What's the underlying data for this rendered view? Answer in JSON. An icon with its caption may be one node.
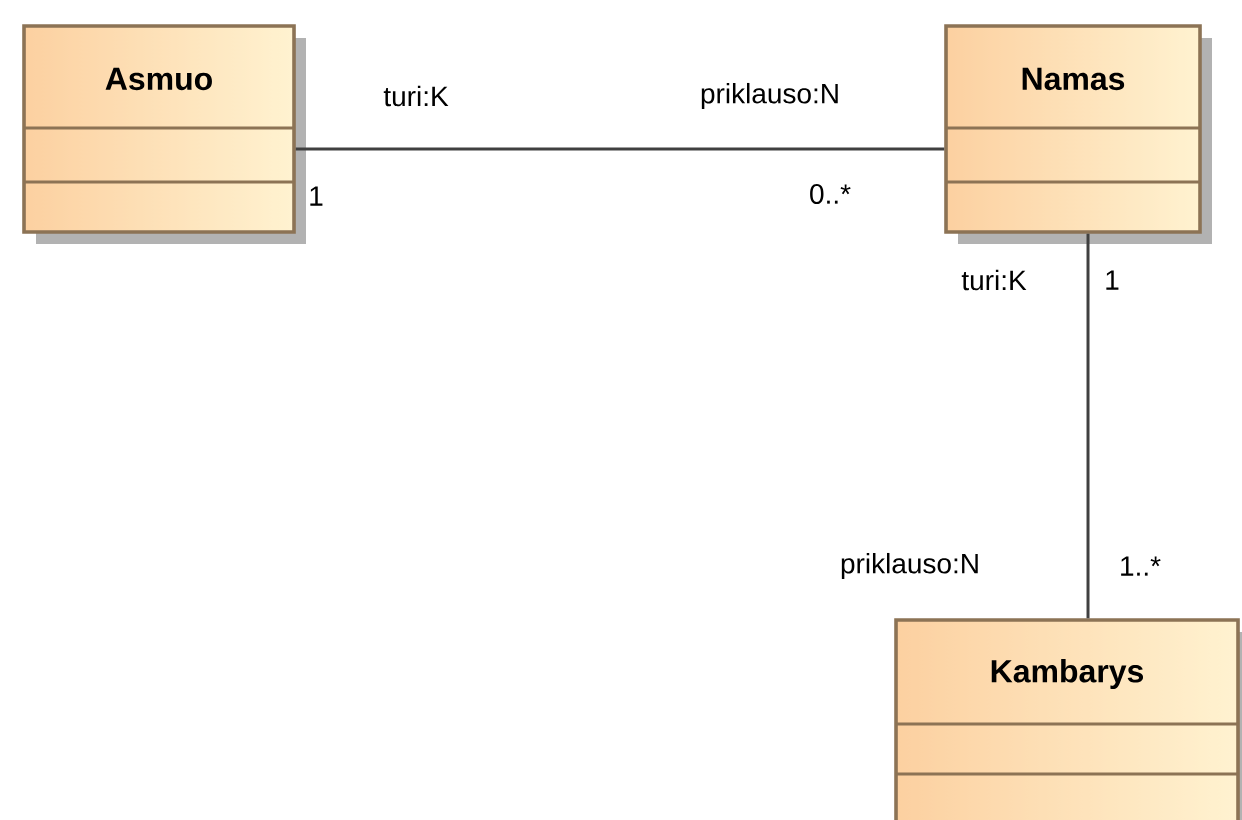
{
  "diagram": {
    "nodes": [
      {
        "text": [
          "Asmuo"
        ]
      },
      {
        "text": [
          "Namas"
        ]
      },
      {
        "text": [
          "Kambarys"
        ]
      }
    ],
    "edges": [
      {
        "from": 0,
        "to": 1,
        "arrow": "none"
      },
      {
        "from": 1,
        "to": 2,
        "arrow": "none"
      }
    ],
    "labels": [
      "turi:K",
      "priklauso:N",
      "1",
      "0..*",
      "turi:K",
      "1",
      "priklauso:N",
      "1..*"
    ]
  }
}
